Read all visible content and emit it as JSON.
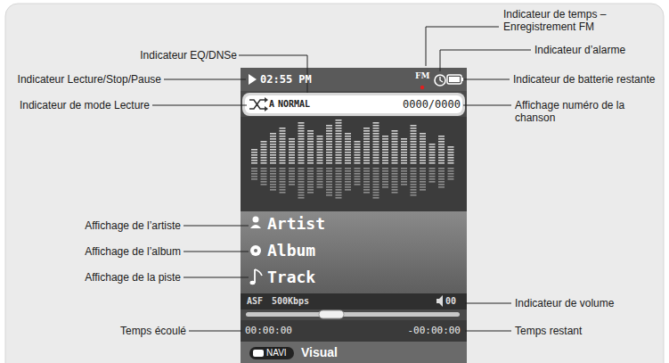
{
  "diagram": {
    "labels": [
      "Indicateur de temps – Enregistrement FM",
      "Indicateur EQ/DNSe",
      "Indicateur d’alarme",
      "Indicateur Lecture/Stop/Pause",
      "02:55 PM",
      "FM",
      "Indicateur de batterie restante",
      "Indicateur de mode Lecture",
      "A",
      "NORMAL",
      "0000/0000",
      "Affichage numéro de la chanson",
      "Affichage de l’artiste",
      "Artist",
      "Affichage de l’album",
      "Album",
      "Affichage de la piste",
      "Track",
      "ASF",
      "500Kbps",
      "00",
      "Indicateur de volume",
      "Temps écoulé",
      "00:00:00",
      "-00:00:00",
      "Temps restant",
      "NAVI",
      "Visual"
    ]
  }
}
